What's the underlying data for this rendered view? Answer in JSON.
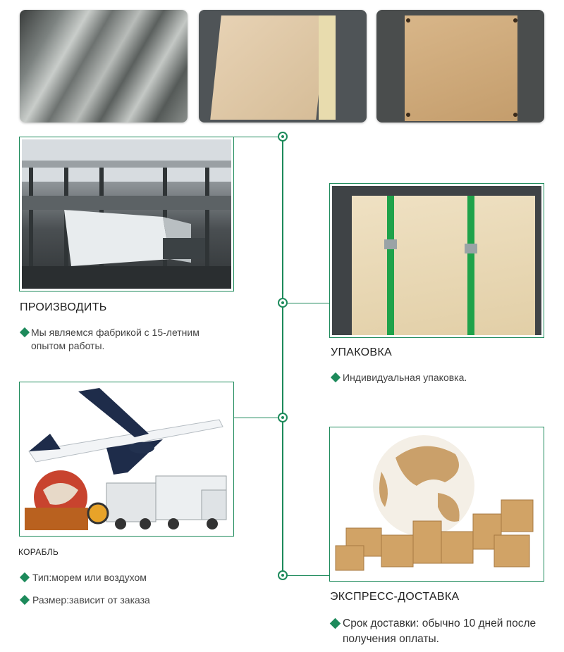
{
  "sections": {
    "produce": {
      "title": "ПРОИЗВОДИТЬ",
      "bullets": [
        "Мы являемся фабрикой с 15-летним опытом работы."
      ]
    },
    "packaging": {
      "title": "УПАКОВКА",
      "bullets": [
        "Индивидуальная упаковка."
      ]
    },
    "ship": {
      "title": "КОРАБЛЬ",
      "bullets": [
        "Тип:морем или воздухом",
        "Размер:зависит от заказа"
      ]
    },
    "express": {
      "title": "ЭКСПРЕСС-ДОСТАВКА",
      "bullets": [
        "Срок доставки: обычно 10 дней после получения оплаты."
      ]
    }
  },
  "colors": {
    "accent": "#1d8a5b",
    "strap": "#1fa24a"
  },
  "icons": [
    "diamond-bullet-icon",
    "timeline-node-icon"
  ]
}
